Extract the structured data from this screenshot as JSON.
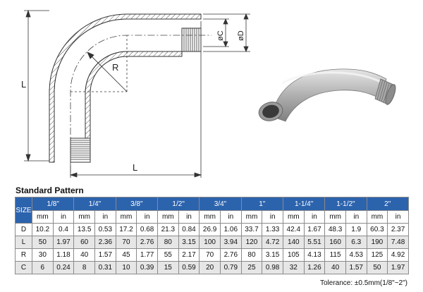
{
  "drawing": {
    "label_radius": "R",
    "label_length_vertical": "L",
    "label_length_horizontal": "L",
    "label_c": "øC",
    "label_d": "øD"
  },
  "table": {
    "section_title": "Standard Pattern",
    "size_header": "SIZE",
    "sizes": [
      "1/8\"",
      "1/4\"",
      "3/8\"",
      "1/2\"",
      "3/4\"",
      "1\"",
      "1-1/4\"",
      "1-1/2\"",
      "2\""
    ],
    "unit_mm": "mm",
    "unit_in": "in",
    "rows": [
      {
        "label": "D",
        "values": [
          "10.2",
          "0.4",
          "13.5",
          "0.53",
          "17.2",
          "0.68",
          "21.3",
          "0.84",
          "26.9",
          "1.06",
          "33.7",
          "1.33",
          "42.4",
          "1.67",
          "48.3",
          "1.9",
          "60.3",
          "2.37"
        ]
      },
      {
        "label": "L",
        "values": [
          "50",
          "1.97",
          "60",
          "2.36",
          "70",
          "2.76",
          "80",
          "3.15",
          "100",
          "3.94",
          "120",
          "4.72",
          "140",
          "5.51",
          "160",
          "6.3",
          "190",
          "7.48"
        ]
      },
      {
        "label": "R",
        "values": [
          "30",
          "1.18",
          "40",
          "1.57",
          "45",
          "1.77",
          "55",
          "2.17",
          "70",
          "2.76",
          "80",
          "3.15",
          "105",
          "4.13",
          "115",
          "4.53",
          "125",
          "4.92"
        ]
      },
      {
        "label": "C",
        "values": [
          "6",
          "0.24",
          "8",
          "0.31",
          "10",
          "0.39",
          "15",
          "0.59",
          "20",
          "0.79",
          "25",
          "0.98",
          "32",
          "1.26",
          "40",
          "1.57",
          "50",
          "1.97"
        ]
      }
    ],
    "tolerance": "Tolerance: ±0.5mm(1/8\"~2\")"
  }
}
